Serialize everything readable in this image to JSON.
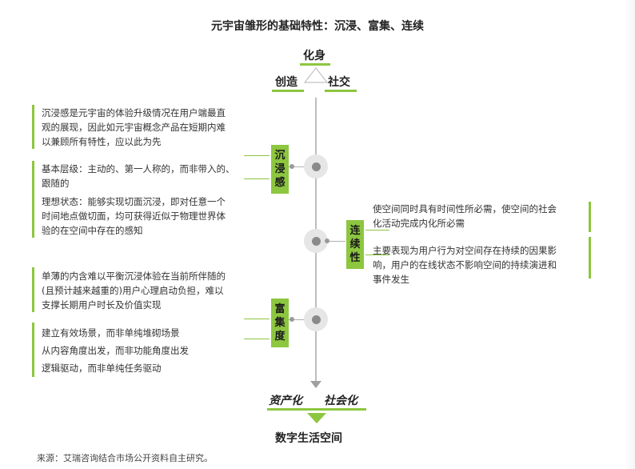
{
  "title": "元宇宙雏形的基础特性：沉浸、富集、连续",
  "top": {
    "apex": "化身",
    "left": "创造",
    "right": "社交"
  },
  "immersion": {
    "label": "沉浸感",
    "text1": [
      "沉浸感是元宇宙的体验升级情况在用户端最直",
      "观的展现，因此如元宇宙概念产品在短期内难",
      "以兼顾所有特性，应以此为先"
    ],
    "text2": [
      "基本层级：主动的、第一人称的，而非带入的、",
      "跟随的"
    ],
    "text3": [
      "理想状态：能够实现切面沉浸，即对任意一个",
      "时间地点做切面，均可获得近似于物理世界体",
      "验的在空间中存在的感知"
    ]
  },
  "continuity": {
    "label": "连续性",
    "text1": [
      "使空间同时具有时间性所必需，使空间的社会",
      "化活动完成内化所必需"
    ],
    "text2": [
      "主要表现为用户行为对空间存在持续的因果影",
      "响，用户的在线状态不影响空间的持续演进和",
      "事件发生"
    ]
  },
  "richness": {
    "label": "富集度",
    "text1": [
      "单薄的内含难以平衡沉浸体验在当前所伴随的",
      "(且预计越来越重的)用户心理启动负担，难以",
      "支撑长期用户时长及价值实现"
    ],
    "text2": [
      "建立有效场景，而非单纯堆砌场景",
      "从内容角度出发，而非功能角度出发",
      "逻辑驱动，而非单纯任务驱动"
    ]
  },
  "bottom": {
    "left": "资产化",
    "right": "社会化",
    "result": "数字生活空间"
  },
  "source": "来源：艾瑞咨询结合市场公开资料自主研究。",
  "colors": {
    "accent": "#8dc63f",
    "axis": "#bdbdbd",
    "node": "#8a8a8a"
  }
}
